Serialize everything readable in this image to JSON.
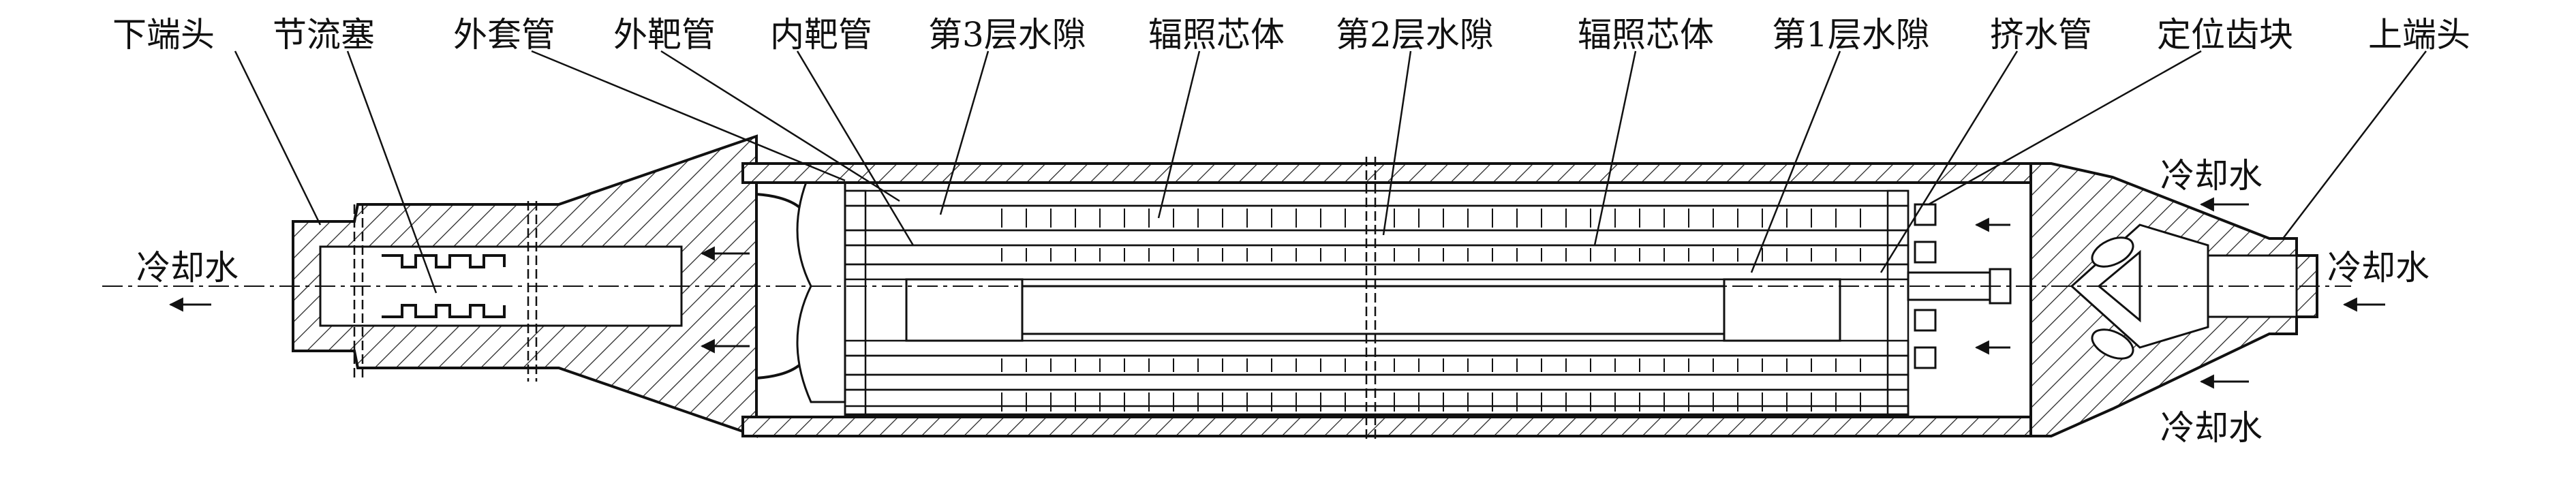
{
  "labels": {
    "lower_end_head": "下端头",
    "throttle_plug": "节流塞",
    "outer_sleeve": "外套管",
    "outer_target_tube": "外靶管",
    "inner_target_tube": "内靶管",
    "water_gap_3": "第3层水隙",
    "irradiation_core_1": "辐照芯体",
    "water_gap_2": "第2层水隙",
    "irradiation_core_2": "辐照芯体",
    "water_gap_1": "第1层水隙",
    "extrusion_tube": "挤水管",
    "positioning_tooth": "定位齿块",
    "upper_end_head": "上端头"
  },
  "flow": {
    "cooling_water_outlet": "冷却水",
    "cooling_water_inlet": "冷却水",
    "cooling_water_top": "冷却水",
    "cooling_water_bottom": "冷却水"
  },
  "colors": {
    "line": "#111111",
    "background": "#ffffff"
  }
}
